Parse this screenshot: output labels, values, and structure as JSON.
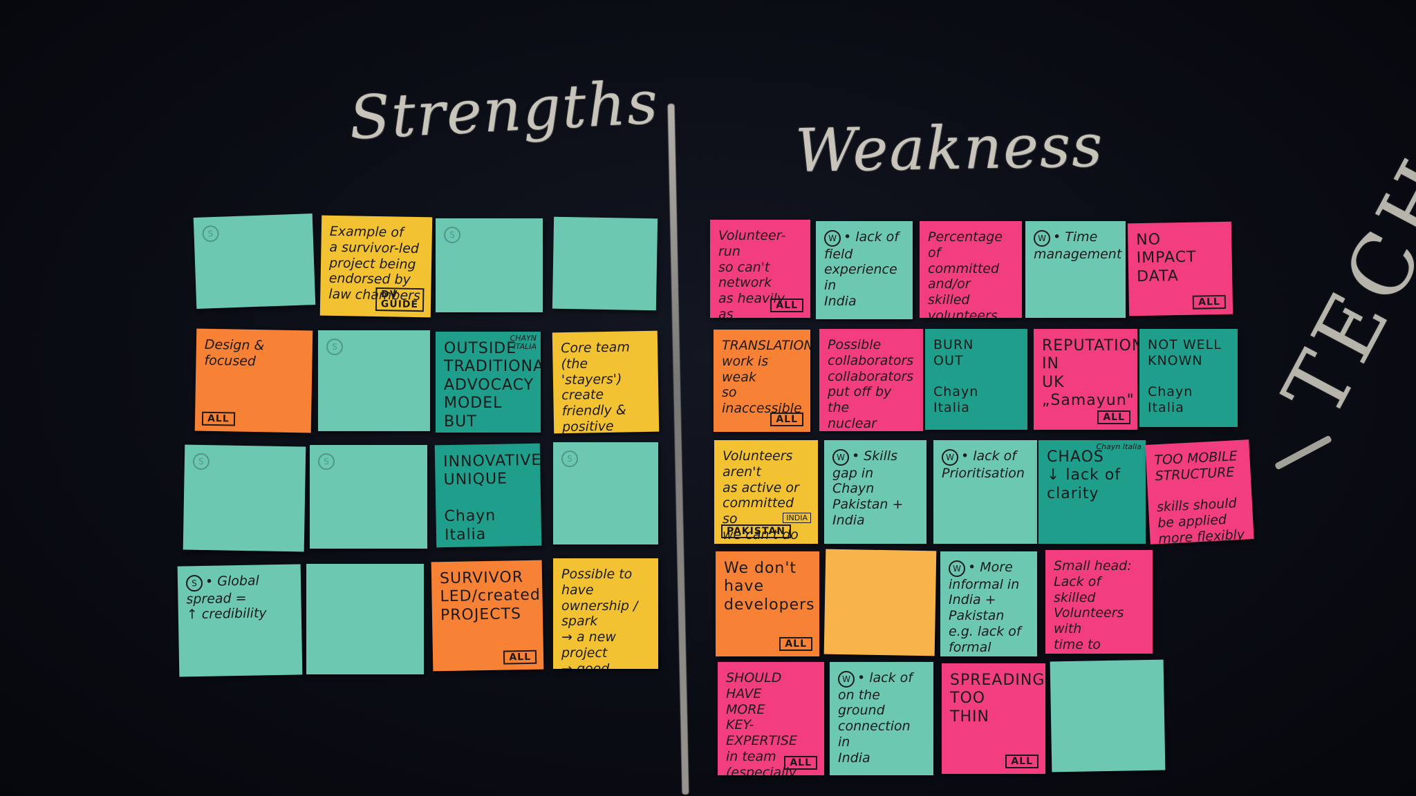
{
  "titles": {
    "strengths": "Strengths",
    "weakness": "Weakness",
    "side": "TECH"
  },
  "notes": [
    {
      "id": "s1",
      "color": "teal",
      "text": "",
      "circle": "S",
      "faint": true
    },
    {
      "id": "s2",
      "color": "yellow",
      "text": "Example of\na survivor-led\nproject being\nendorsed by\nlaw chambers",
      "tag": "DV\nGUIDE"
    },
    {
      "id": "s3",
      "color": "teal",
      "text": "",
      "circle": "S",
      "faint": true
    },
    {
      "id": "s4",
      "color": "teal",
      "text": "",
      "faint": true
    },
    {
      "id": "s5",
      "color": "orange",
      "text": "Design &\nfocused",
      "tag": "ALL",
      "tagLeft": true
    },
    {
      "id": "s6",
      "color": "teal",
      "text": "",
      "circle": "S",
      "faint": true
    },
    {
      "id": "s7",
      "color": "dteal",
      "text": "OUTSIDE\nTRADITIONAL\nADVOCACY\nMODEL BUT\nALSO ROOTED\nIN CRITICAL\nANALYSIS",
      "corner": "CHAYN\nITALIA",
      "big": true
    },
    {
      "id": "s8",
      "color": "yellow",
      "text": "Core team\n(the 'stayers')\ncreate friendly &\npositive environment\nto team building"
    },
    {
      "id": "s9",
      "color": "teal",
      "text": "",
      "circle": "S",
      "faint": true
    },
    {
      "id": "s10",
      "color": "teal",
      "text": "",
      "circle": "S",
      "faint": true
    },
    {
      "id": "s11",
      "color": "dteal",
      "text": "INNOVATIVE,\nUNIQUE\n\nChayn\nItalia",
      "big": true
    },
    {
      "id": "s12",
      "color": "teal",
      "text": "",
      "circle": "S",
      "faint": true
    },
    {
      "id": "s13",
      "color": "teal",
      "text": "• Global spread =\n↑ credibility",
      "circle": "S"
    },
    {
      "id": "s14",
      "color": "teal",
      "text": "",
      "faint": true
    },
    {
      "id": "s15",
      "color": "orange",
      "text": "SURVIVOR\nLED/created\nPROJECTS",
      "tag": "ALL",
      "big": true
    },
    {
      "id": "s16",
      "color": "yellow",
      "text": "Possible to have\nownership / spark\n→ a new project\n→ good, because\nthese people should\nstay"
    },
    {
      "id": "w1",
      "color": "pink",
      "text": "Volunteer-run\nso can't network\nas heavily as\ntraditional\norganisations",
      "tag": "ALL"
    },
    {
      "id": "w2",
      "color": "teal",
      "text": "• lack of field\nexperience in\nIndia",
      "circle": "W"
    },
    {
      "id": "w3",
      "color": "pink",
      "text": "Percentage of\ncommitted and/or\nskilled volunteers\nis quite low"
    },
    {
      "id": "w4",
      "color": "teal",
      "text": "• Time\nmanagement",
      "circle": "W"
    },
    {
      "id": "w5",
      "color": "pink",
      "text": "NO\nIMPACT\nDATA",
      "tag": "ALL",
      "big": true
    },
    {
      "id": "w6",
      "color": "orange",
      "text": "TRANSLATION\nwork is weak\nso inaccessible",
      "tag": "ALL"
    },
    {
      "id": "w7",
      "color": "pink",
      "text": "Possible collaborators\ncollaborators\nput off by the\nnuclear structure\nof Chayn"
    },
    {
      "id": "w8",
      "color": "dteal",
      "text": "BURN\nOUT\n\nChayn\nItalia",
      "big": true
    },
    {
      "id": "w9",
      "color": "pink",
      "text": "REPUTATION\nIN\nUK\n„Samayun\"",
      "tag": "ALL",
      "big": true
    },
    {
      "id": "w10",
      "color": "dteal",
      "text": "NOT WELL\nKNOWN\n\nChayn\nItalia",
      "big": true
    },
    {
      "id": "w11",
      "color": "yellow",
      "text": "Volunteers aren't\nas active or\ncommitted so\nwe can't do\non the ground\nstuff",
      "tag": "PAKISTAN",
      "tagLeft": true,
      "corner2": "INDIA"
    },
    {
      "id": "w12",
      "color": "teal",
      "text": "• Skills gap in\nChayn Pakistan +\nIndia",
      "circle": "W"
    },
    {
      "id": "w13",
      "color": "teal",
      "text": "• lack of\nPrioritisation",
      "circle": "W"
    },
    {
      "id": "w14",
      "color": "dteal",
      "text": "CHAOS\n↓ lack of\nclarity",
      "corner": "Chayn Italia",
      "big": true
    },
    {
      "id": "w15",
      "color": "pink",
      "text": "TOO MOBILE\nSTRUCTURE\n\nskills should\nbe applied\nmore flexibly",
      "big": false
    },
    {
      "id": "w16",
      "color": "orange",
      "text": "We don't\nhave\ndevelopers",
      "tag": "ALL",
      "big": true
    },
    {
      "id": "w17",
      "color": "ltorange",
      "text": "",
      "faint": true
    },
    {
      "id": "w18",
      "color": "teal",
      "text": "• More informal in\nIndia + Pakistan\ne.g. lack of\nformal comms",
      "circle": "W"
    },
    {
      "id": "w19",
      "color": "pink",
      "text": "Small head:\nLack of skilled\nVolunteers with\ntime to commit"
    },
    {
      "id": "w20",
      "color": "pink",
      "text": "SHOULD HAVE\nMORE\nKEY-\nEXPERTISE\nin team\n(especially\nDV)",
      "tag": "ALL"
    },
    {
      "id": "w21",
      "color": "teal",
      "text": "• lack of on the\nground\nconnection in\nIndia",
      "circle": "W"
    },
    {
      "id": "w22",
      "color": "pink",
      "text": "SPREADING\nTOO\nTHIN",
      "tag": "ALL",
      "big": true
    },
    {
      "id": "w23",
      "color": "teal",
      "text": "",
      "faint": true
    }
  ]
}
